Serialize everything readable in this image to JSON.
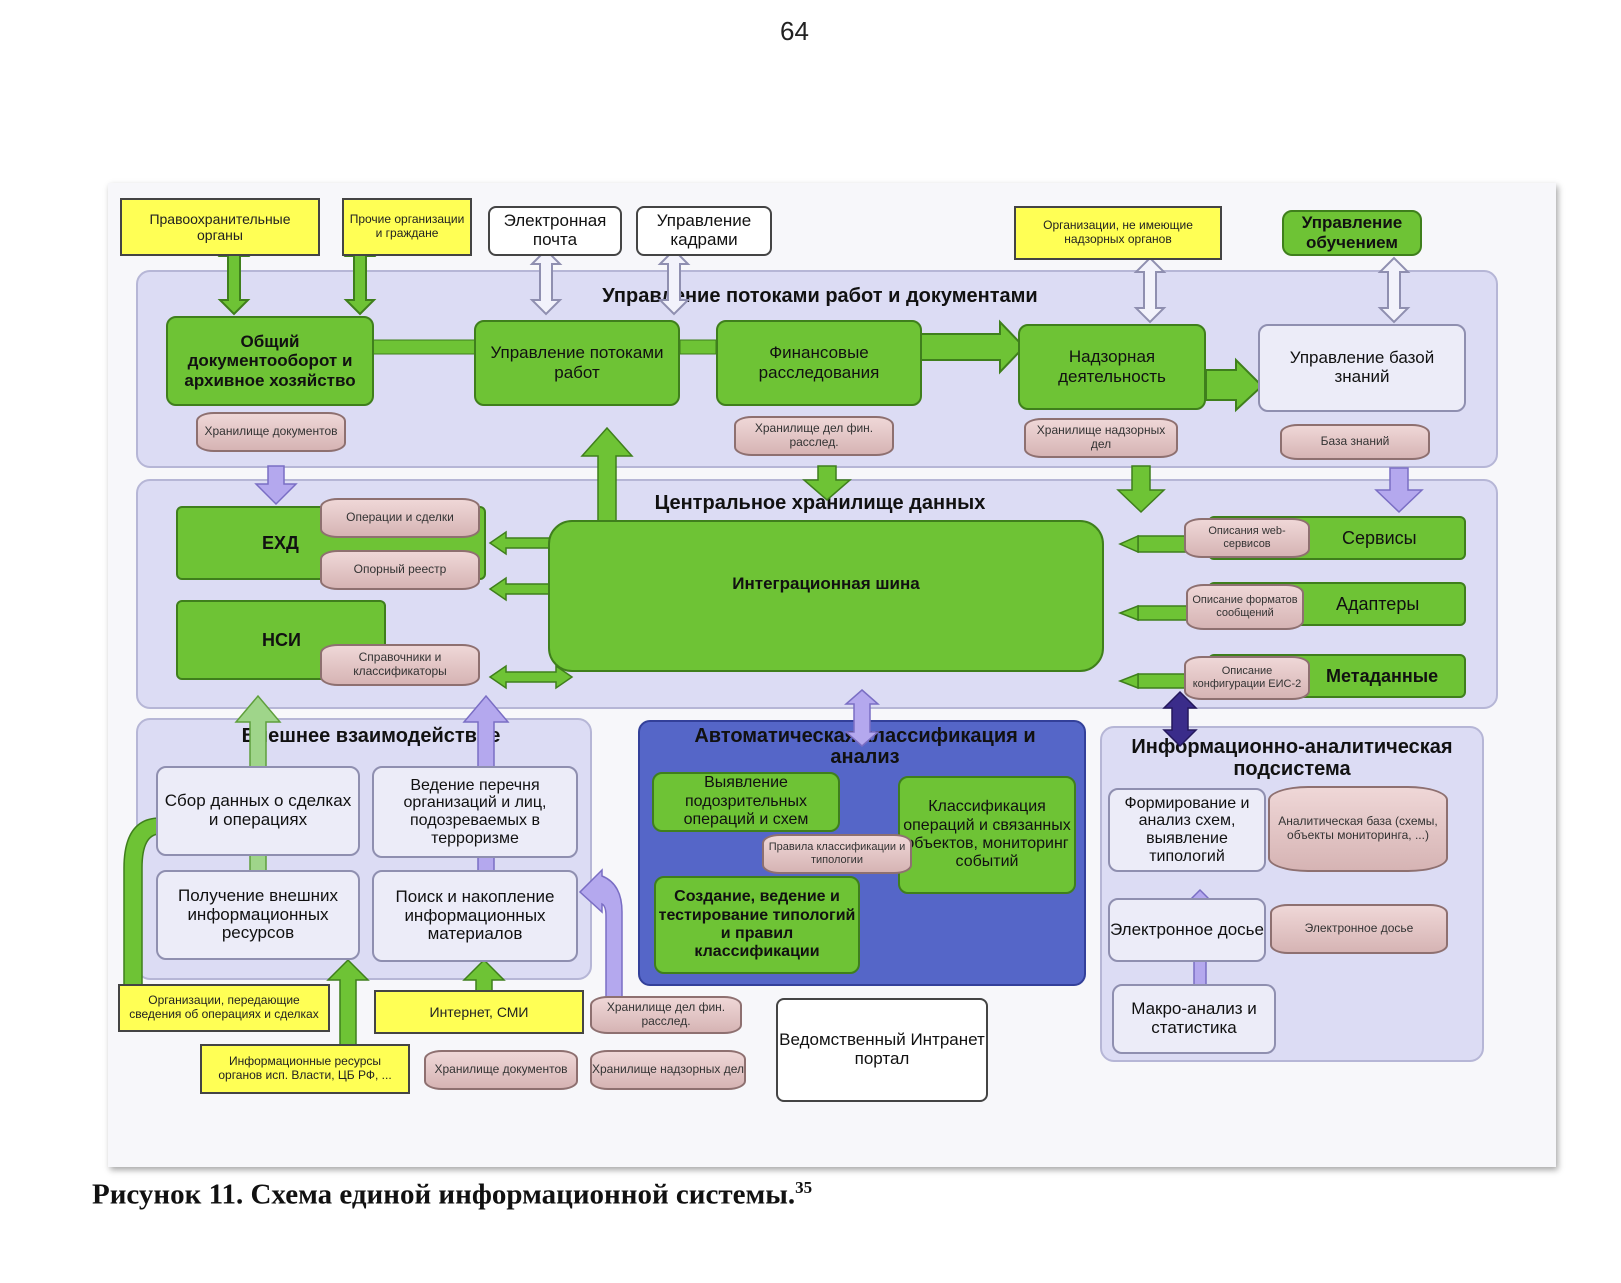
{
  "page_number": "64",
  "caption": {
    "text": "Рисунок 11. Схема единой информационной системы.",
    "footnote": "35"
  },
  "top_external": {
    "law_enforcement": "Правоохранительные органы",
    "other_orgs": "Прочие организации и граждане",
    "email": "Электронная почта",
    "hr": "Управление кадрами",
    "non_supervised_orgs": "Организации, не имеющие надзорных органов",
    "training": "Управление обучением"
  },
  "workflow_panel": {
    "title": "Управление потоками работ и документами",
    "general_docs": "Общий документооборот и архивное хозяйство",
    "workflow_mgmt": "Управление потоками работ",
    "financial_investigations": "Финансовые расследования",
    "supervisory": "Надзорная деятельность",
    "knowledge_mgmt": "Управление базой знаний",
    "store_docs": "Хранилище документов",
    "store_fin": "Хранилище дел фин. расслед.",
    "store_supervisory": "Хранилище надзорных дел",
    "knowledge_base": "База знаний"
  },
  "central_panel": {
    "title": "Центральное хранилище данных",
    "ekhd": "ЕХД",
    "nsi": "НСИ",
    "ops_deals": "Операции и сделки",
    "ref_register": "Опорный реестр",
    "dictionaries": "Справочники и классификаторы",
    "integration_bus": "Интеграционная шина",
    "services": "Сервисы",
    "adapters": "Адаптеры",
    "metadata": "Метаданные",
    "web_services_desc": "Описания web-сервисов",
    "message_formats_desc": "Описание форматов сообщений",
    "config_desc": "Описание конфигурации ЕИС-2"
  },
  "external_panel": {
    "title": "Внешнее взаимодействие",
    "collect_data": "Сбор данных о сделках и операциях",
    "terror_list": "Ведение перечня организаций и лиц, подозреваемых в терроризме",
    "external_resources": "Получение внешних информационных ресурсов",
    "search_accumulate": "Поиск и накопление информационных материалов"
  },
  "classification_panel": {
    "title": "Автоматическая классификация и анализ",
    "detect": "Выявление подозрительных операций и схем",
    "classify": "Классификация операций и связанных объектов, мониторинг событий",
    "rules": "Правила классификации и типологии",
    "create_test": "Создание, ведение и тестирование типологий и правил классификации"
  },
  "analytics_panel": {
    "title": "Информационно-аналитическая подсистема",
    "schemes": "Формирование и анализ схем, выявление типологий",
    "analytic_base": "Аналитическая база (схемы, объекты мониторинга, ...)",
    "e_dossier": "Электронное досье",
    "e_dossier_store": "Электронное досье",
    "macro": "Макро-анализ и статистика"
  },
  "bottom_sources": {
    "reporting_orgs": "Организации, передающие сведения об операциях и сделках",
    "gov_resources": "Информационные ресурсы органов исп. Власти, ЦБ РФ, ...",
    "internet": "Интернет, СМИ",
    "store_docs": "Хранилище документов",
    "store_fin": "Хранилище дел фин. расслед.",
    "store_supervisory": "Хранилище надзорных дел",
    "intranet": "Ведомственный Интранет портал"
  },
  "colors": {
    "green": "#6ec335",
    "yellow": "#ffff55",
    "lavender": "#dcdcf4",
    "blue": "#5566c8"
  }
}
